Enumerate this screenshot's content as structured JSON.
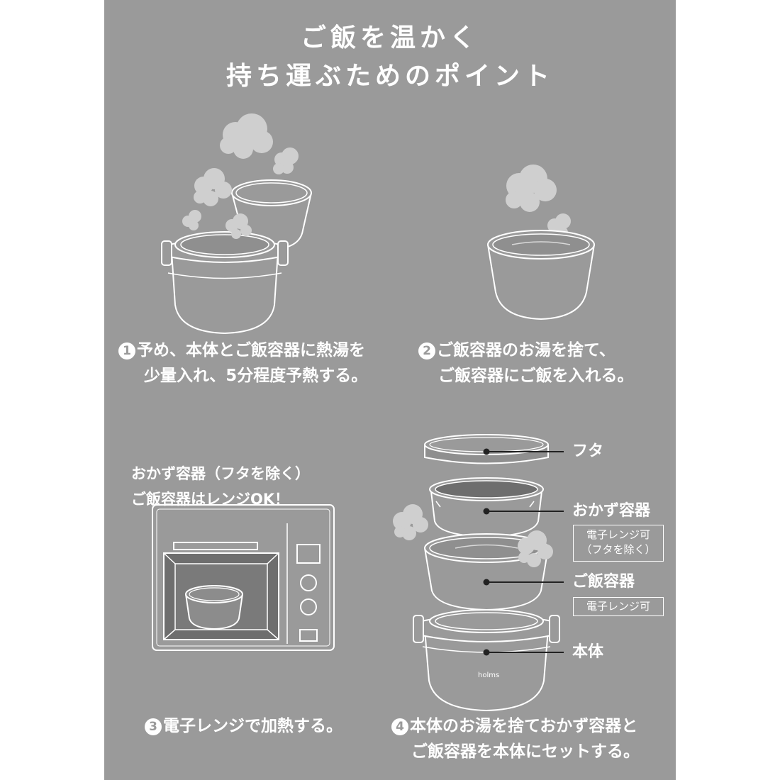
{
  "title": {
    "line1": "ご飯を温かく",
    "line2": "持ち運ぶためのポイント"
  },
  "steps": [
    {
      "num": "1",
      "line1": "予め、本体とご飯容器に熱湯を",
      "line2": "少量入れ、5分程度予熱する。"
    },
    {
      "num": "2",
      "line1": "ご飯容器のお湯を捨て、",
      "line2": "ご飯容器にご飯を入れる。"
    },
    {
      "num": "3",
      "line1": "電子レンジで加熱する。"
    },
    {
      "num": "4",
      "line1": "本体のお湯を捨ておかず容器と",
      "line2": "ご飯容器を本体にセットする。"
    }
  ],
  "microwave_note": {
    "line1": "おかず容器（フタを除く）",
    "line2": "ご飯容器はレンジOK！"
  },
  "parts": {
    "lid": "フタ",
    "side_dish": "おかず容器",
    "side_dish_note1": "電子レンジ可",
    "side_dish_note2": "（フタを除く）",
    "rice": "ご飯容器",
    "rice_note": "電子レンジ可",
    "body": "本体"
  },
  "brand": "holms",
  "colors": {
    "background": "#9a9a9a",
    "line": "#ffffff",
    "steam": "#cfcfcf",
    "dark": "#6e6e6e"
  }
}
